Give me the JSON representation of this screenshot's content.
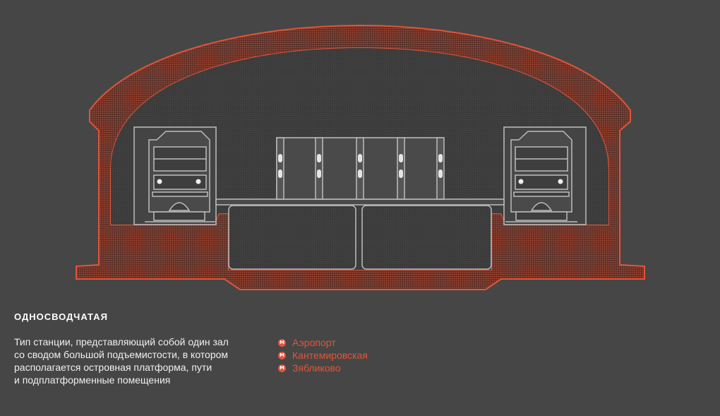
{
  "colors": {
    "background": "#464646",
    "structure_stroke": "#e0553a",
    "structure_fill": "#7a3a2c",
    "hall_fill": "#3e3e3e",
    "line_gray": "#bdbdbd",
    "text": "#ffffff",
    "accent": "#e0553a"
  },
  "station_type": {
    "title": "ОДНОСВОДЧАТАЯ",
    "description_lines": [
      "Тип станции, представляющий собой один зал",
      "со сводом большой подъемистости, в котором",
      "располагается островная платформа, пути",
      "и подплатформенные помещения"
    ]
  },
  "stations": [
    {
      "name": "Аэропорт",
      "icon": "metro-icon"
    },
    {
      "name": "Кантемировская",
      "icon": "metro-icon"
    },
    {
      "name": "Зябликово",
      "icon": "metro-icon"
    }
  ],
  "metro_icon_glyph": "М"
}
